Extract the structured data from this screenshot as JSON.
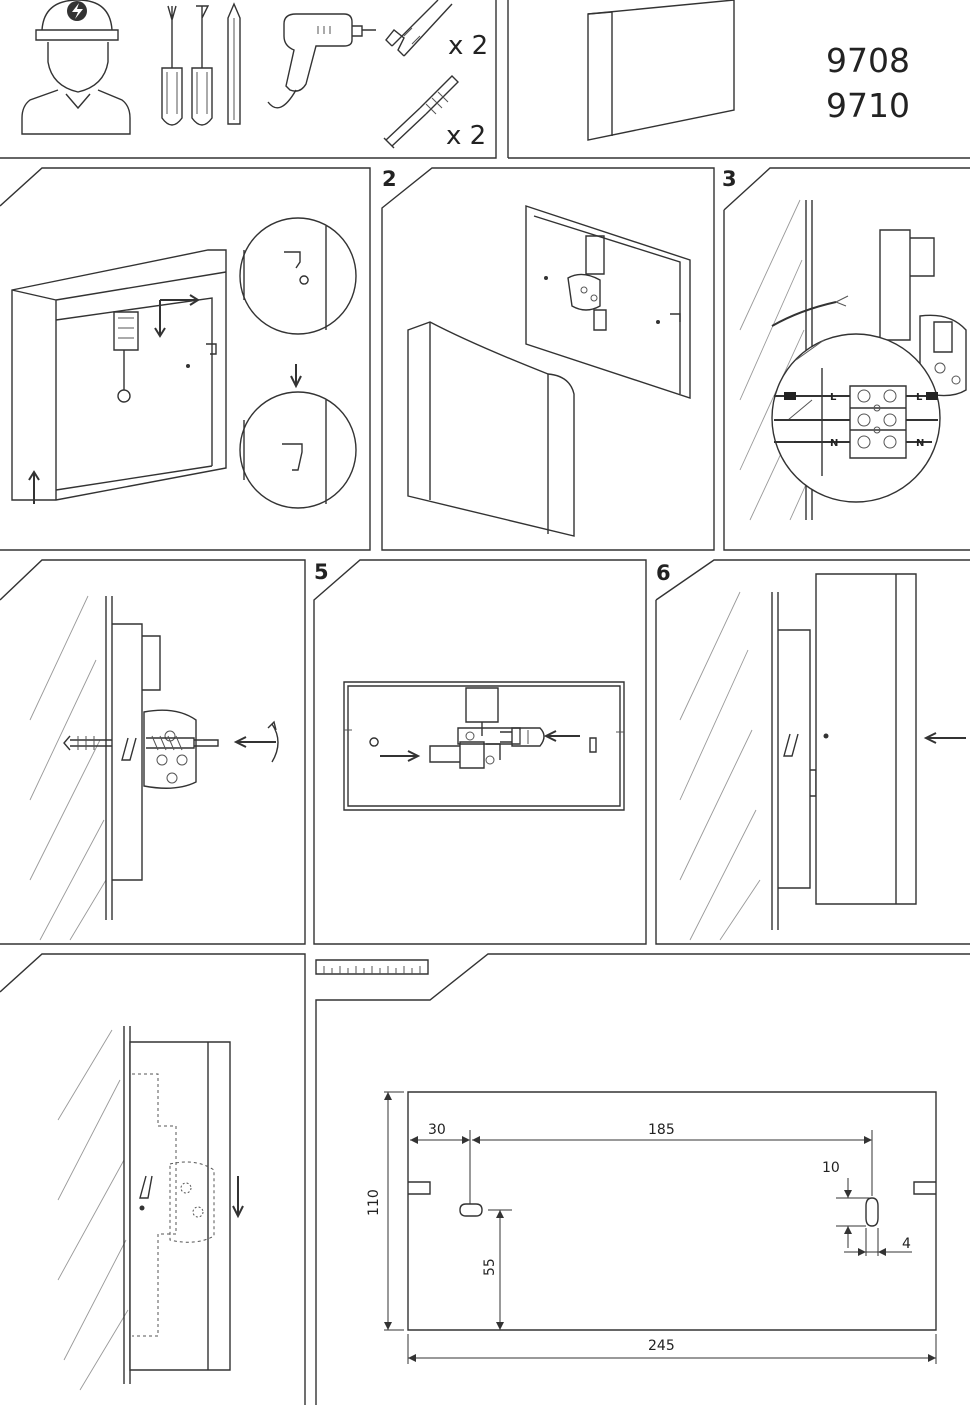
{
  "header": {
    "models": [
      "9708",
      "9710"
    ],
    "qty_anchor": "x 2",
    "qty_screw": "x 2"
  },
  "steps": [
    "2",
    "3",
    "5",
    "6"
  ],
  "terminal_labels": {
    "left": [
      "L",
      "N"
    ],
    "right": [
      "L",
      "N"
    ]
  },
  "dimensions": {
    "height": "110",
    "left_offset": "30",
    "hole_spacing": "185",
    "slot_width": "10",
    "slot_gap": "4",
    "hole_height": "55",
    "total_width": "245"
  },
  "colors": {
    "line": "#333333",
    "hatch": "#999999",
    "background": "#ffffff"
  }
}
